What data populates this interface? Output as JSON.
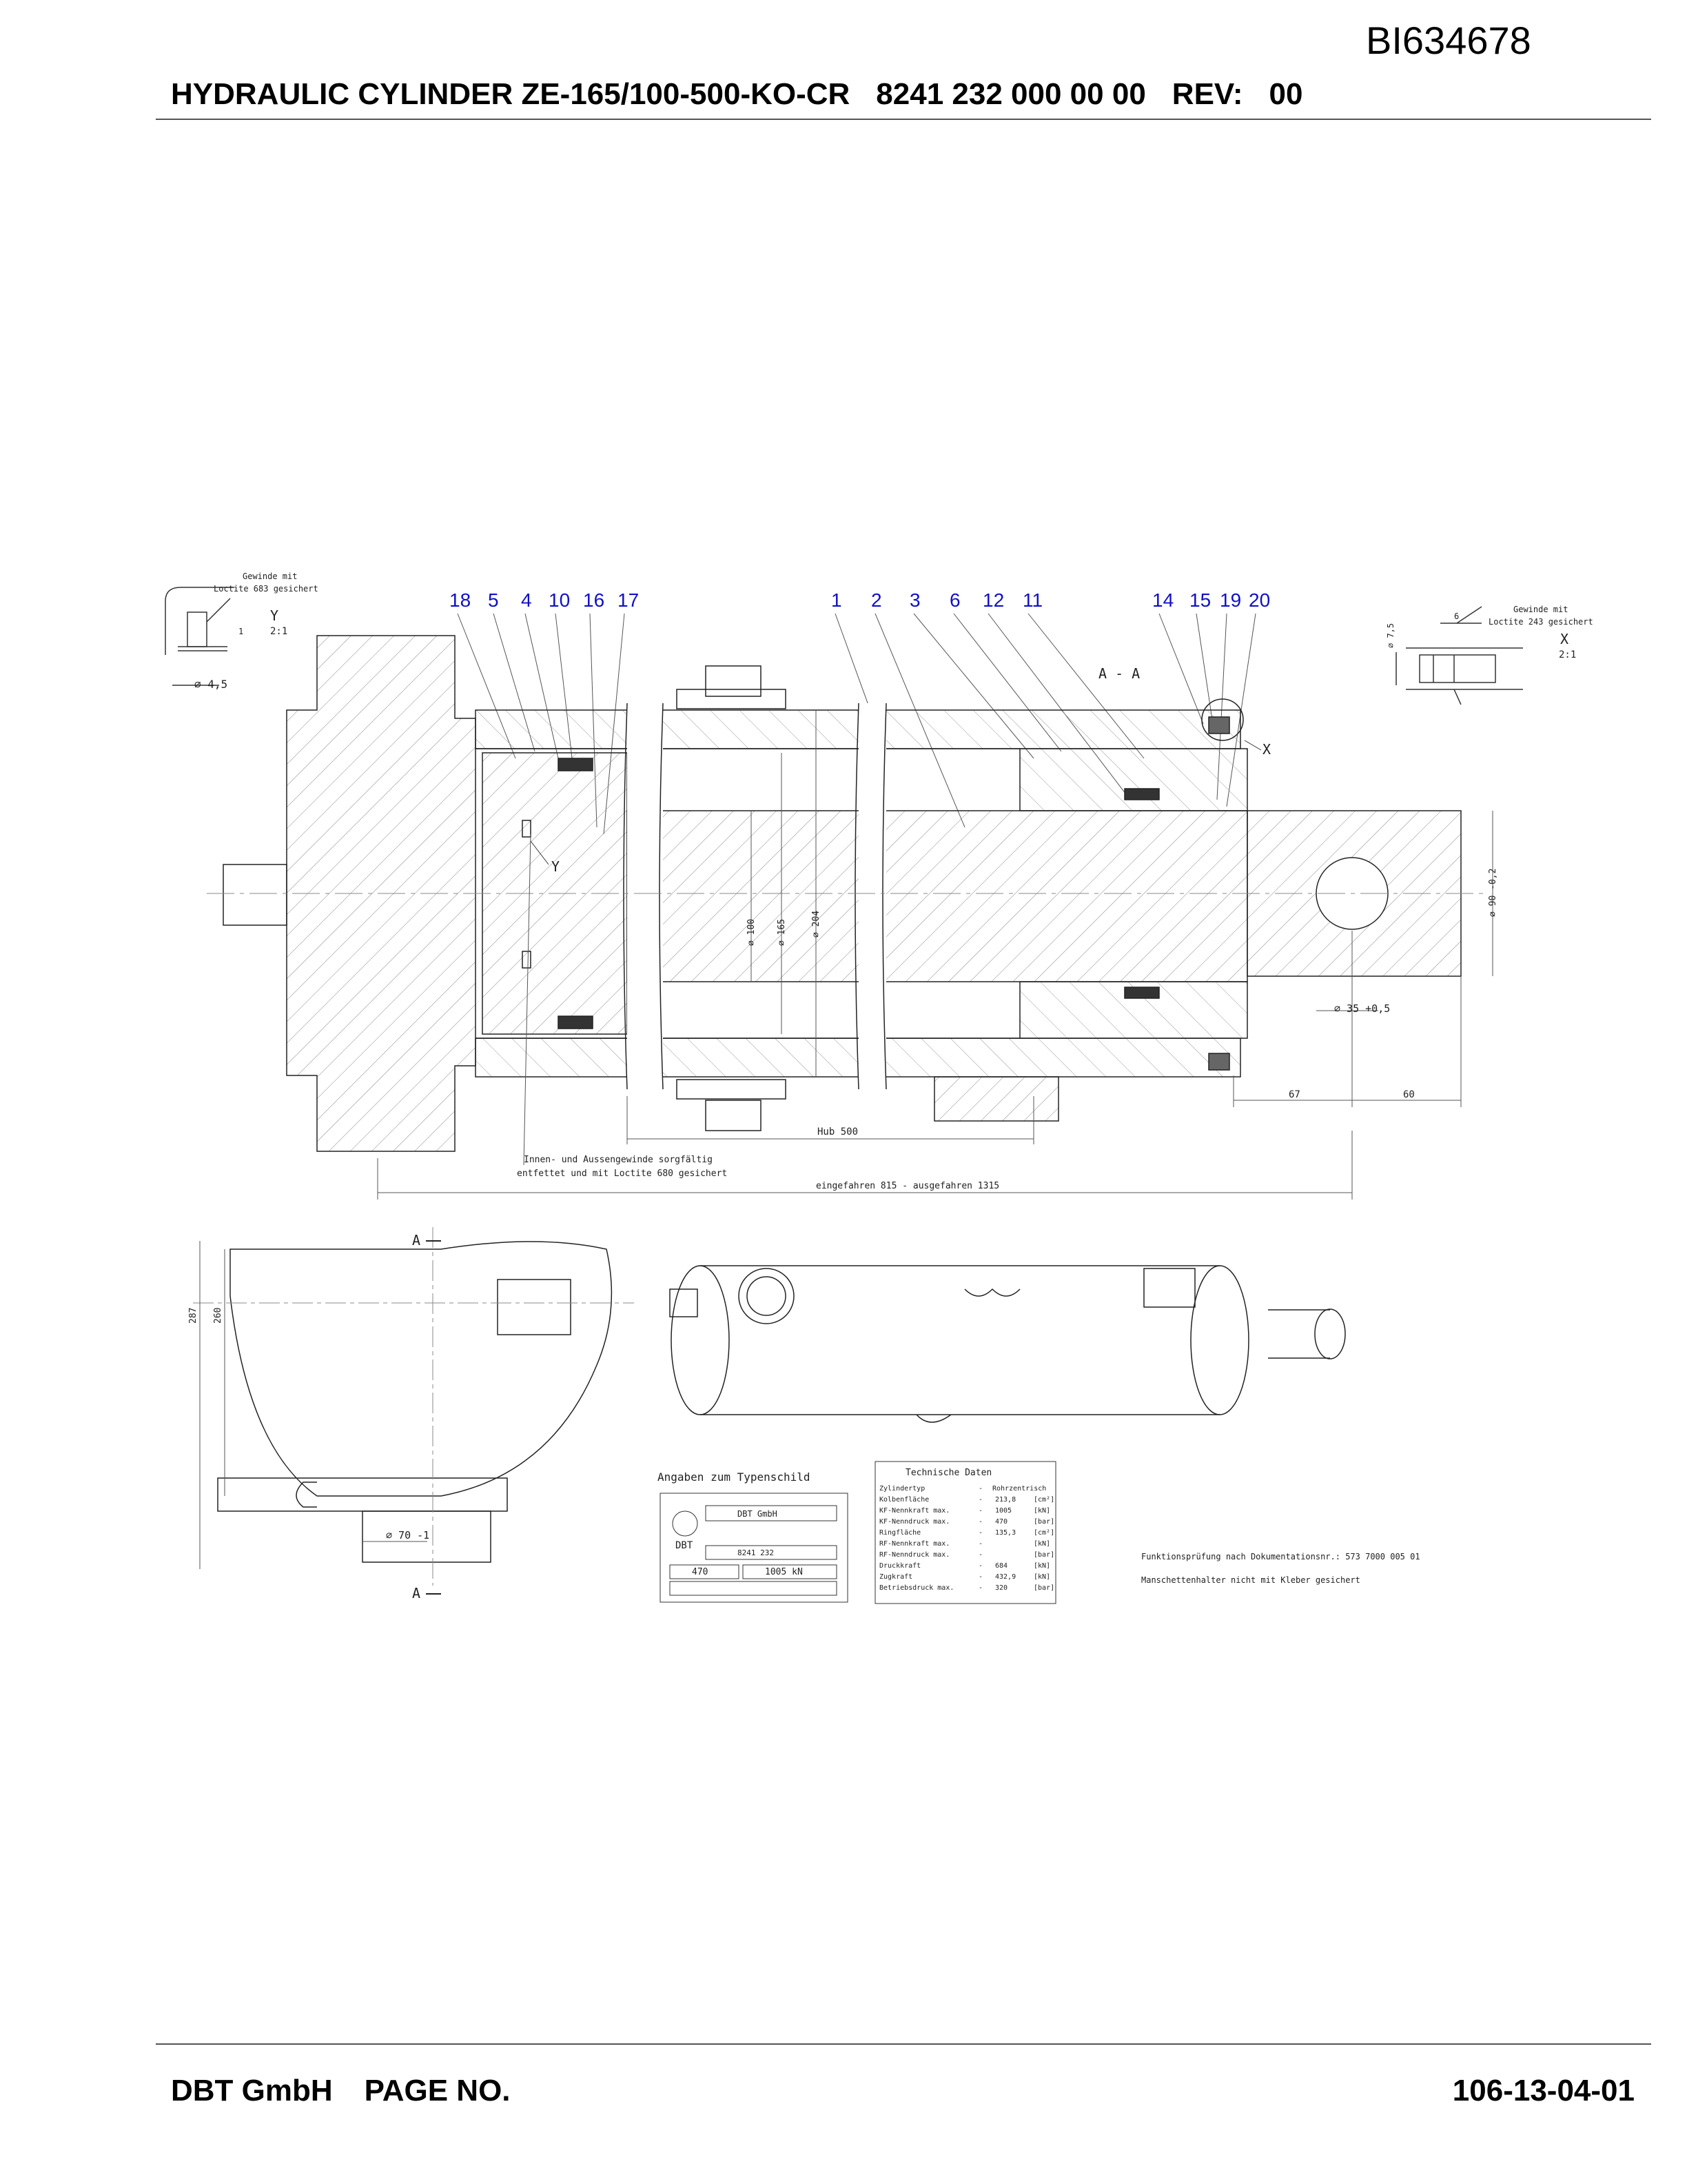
{
  "doc_id": "BI634678",
  "header": {
    "title": "HYDRAULIC CYLINDER ZE-165/100-500-KO-CR",
    "part_no": "8241 232 000 00 00",
    "rev_label": "REV:",
    "rev_value": "00"
  },
  "drawing": {
    "callouts_left": [
      "18",
      "5",
      "4",
      "10",
      "16",
      "17"
    ],
    "callouts_mid": [
      "1",
      "2",
      "3",
      "6",
      "12",
      "11"
    ],
    "callouts_right": [
      "14",
      "15",
      "19",
      "20"
    ],
    "detail_y": {
      "note_1": "Gewinde mit",
      "note_2": "Loctite 683 gesichert",
      "label": "Y",
      "scale": "2:1",
      "dim": "⌀ 4,5",
      "dim_side": "1"
    },
    "detail_x": {
      "note_1": "Gewinde mit",
      "note_2": "Loctite 243 gesichert",
      "label": "X",
      "scale": "2:1",
      "dim_top": "6",
      "dim_side": "⌀ 7,5"
    },
    "section_label": "A - A",
    "marker_x": "X",
    "marker_y": "Y",
    "dims": {
      "d100": "⌀ 100",
      "d165": "⌀ 165",
      "d204": "⌀ 204",
      "d90": "⌀ 90 -0,2",
      "d35": "⌀ 35 +0,5",
      "d67": "67",
      "d60": "60",
      "stroke": "Hub   500",
      "length": "eingefahren        815  - ausgefahren 1315",
      "h287": "287",
      "h260": "260",
      "d70": "⌀ 70 -1"
    },
    "thread_note_1": "Innen- und Aussengewinde sorgfältig",
    "thread_note_2": "entfettet und mit Loctite 680 gesichert",
    "section_a_top": "A",
    "section_a_bottom": "A",
    "nameplate": {
      "heading": "Angaben zum Typenschild",
      "maker": "DBT GmbH",
      "number": "8241 232",
      "value_1": "470",
      "value_2": "1005 kN",
      "logo": "DBT"
    },
    "tech_data": {
      "heading": "Technische Daten",
      "rows": [
        [
          "Zylindertyp",
          "-",
          "Rohrzentrisch",
          ""
        ],
        [
          "Kolbenfläche",
          "-",
          "213,8",
          "[cm²]"
        ],
        [
          "KF-Nennkraft max.",
          "-",
          "1005",
          "[kN]"
        ],
        [
          "KF-Nenndruck max.",
          "-",
          "470",
          "[bar]"
        ],
        [
          "Ringfläche",
          "-",
          "135,3",
          "[cm²]"
        ],
        [
          "RF-Nennkraft max.",
          "-",
          "",
          "[kN]"
        ],
        [
          "RF-Nenndruck max.",
          "-",
          "",
          "[bar]"
        ],
        [
          "Druckkraft",
          "-",
          "684",
          "[kN]"
        ],
        [
          "Zugkraft",
          "-",
          "432,9",
          "[kN]"
        ],
        [
          "Betriebsdruck max.",
          "-",
          "320",
          "[bar]"
        ]
      ]
    },
    "notes": {
      "test": "Funktionsprüfung nach Dokumentationsnr.: 573 7000 005 01",
      "seal": "Manschettenhalter nicht mit Kleber gesichert"
    }
  },
  "footer": {
    "company": "DBT GmbH",
    "page_label": "PAGE NO.",
    "page_no": "106-13-04-01"
  }
}
